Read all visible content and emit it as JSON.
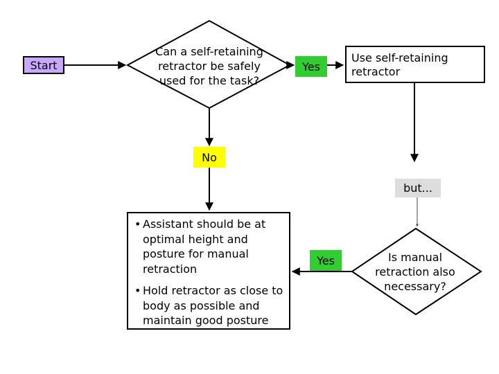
{
  "flowchart": {
    "start": "Start",
    "question1": "Can a self-retaining retractor be safely used for the task?",
    "yes1": "Yes",
    "use_self_retaining": "Use self-retaining retractor",
    "no": "No",
    "but": "but...",
    "question2": "Is manual retraction also necessary?",
    "yes2": "Yes",
    "instructions": [
      "Assistant should be at optimal height and posture for manual retraction",
      "Hold retractor as close to body as possible and maintain good posture"
    ]
  },
  "colors": {
    "start_fill": "#c9a8ff",
    "yes_fill": "#33cc33",
    "no_fill": "#ffff00",
    "but_fill": "#dddddd"
  }
}
